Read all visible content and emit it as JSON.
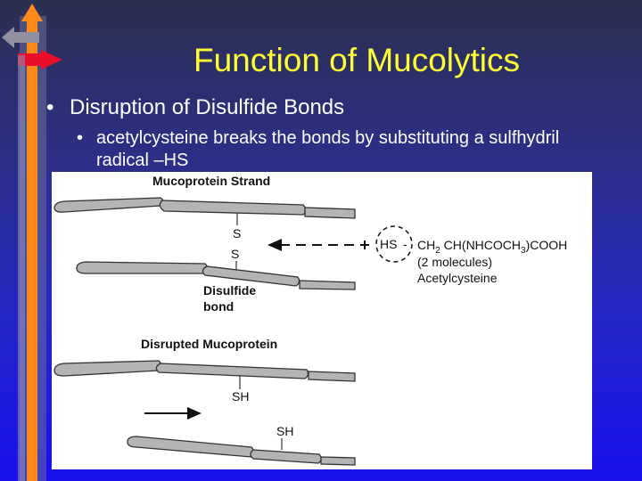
{
  "slide": {
    "title": "Function of Mucolytics",
    "bullet1": "Disruption of Disulfide Bonds",
    "bullet2": "acetylcysteine breaks the bonds by substituting a sulfhydril radical –HS",
    "bullet_symbol": "•"
  },
  "figure": {
    "strand_label": "Mucoprotein Strand",
    "s_top": "S",
    "s_bottom": "S",
    "disulfide_label_1": "Disulfide",
    "disulfide_label_2": "bond",
    "hs_label": "HS",
    "dash_label": "-",
    "formula_ch2": "CH",
    "formula_sub2": "2",
    "formula_rest": " CH(NHCOCH",
    "formula_sub3": "3",
    "formula_end": ")COOH",
    "molecules_label": "(2 molecules)",
    "drug_label": "Acetylcysteine",
    "disrupted_label": "Disrupted Mucoprotein",
    "sh_label_1": "SH",
    "sh_label_2": "SH"
  },
  "colors": {
    "title": "#ffff33",
    "text": "#ffffff",
    "strand_fill": "#b4b4b4",
    "accent_orange": "#ff8a1a",
    "accent_red": "#e8102a"
  }
}
